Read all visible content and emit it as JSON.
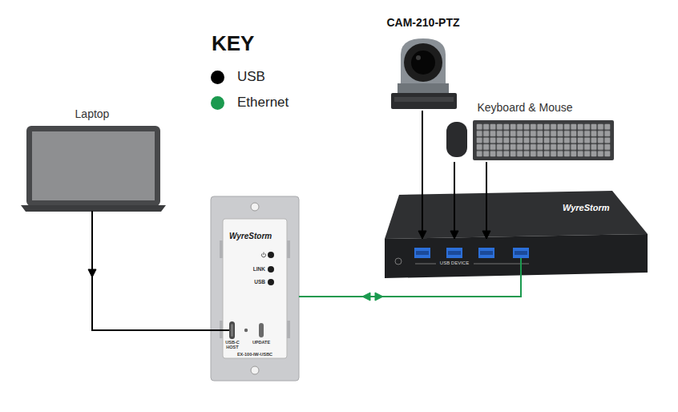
{
  "diagram": {
    "nodes": [
      {
        "text": [
          "Laptop"
        ]
      },
      {
        "text": [
          "CAM-210-PTZ"
        ]
      },
      {
        "text": [
          "Keyboard & Mouse"
        ]
      },
      {
        "text": [
          "WyreStorm",
          "LINK",
          "USB",
          "USB-C HOST",
          "UPDATE",
          "EX-100-IW-USBC"
        ]
      },
      {
        "text": [
          "WyreStorm",
          "USB DEVICE"
        ]
      }
    ],
    "edges": [
      {
        "from": 0,
        "to": 3,
        "arrow": "to"
      },
      {
        "from": 3,
        "to": 4,
        "arrow": "both"
      },
      {
        "from": 1,
        "to": 4,
        "arrow": "to"
      },
      {
        "from": 2,
        "to": 4,
        "arrow": "to"
      },
      {
        "from": 2,
        "to": 4,
        "arrow": "to"
      }
    ],
    "labels": [
      "KEY"
    ],
    "legend": [
      {
        "text": "USB",
        "color": "#000000"
      },
      {
        "text": "Ethernet",
        "color": "#1b9a4f"
      }
    ]
  }
}
